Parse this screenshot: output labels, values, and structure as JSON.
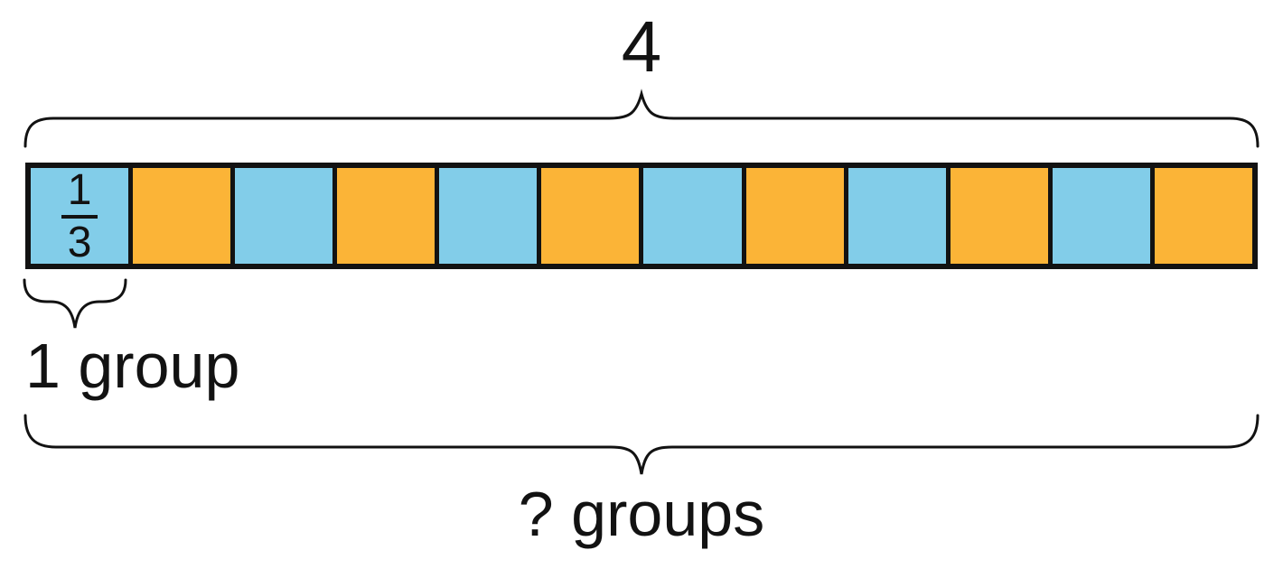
{
  "colors": {
    "blue": "#82CDE9",
    "orange": "#FBB437",
    "line": "#121212",
    "background": "#FFFFFF"
  },
  "diagram": {
    "total_label": "4",
    "one_group_label": "1 group",
    "groups_question_label": "? groups",
    "first_cell_fraction": {
      "numerator": "1",
      "denominator": "3"
    },
    "bar": {
      "total_cells": 12,
      "cell_colors": [
        "blue",
        "orange",
        "blue",
        "orange",
        "blue",
        "orange",
        "blue",
        "orange",
        "blue",
        "orange",
        "blue",
        "orange"
      ],
      "separators": [
        "dashed",
        "dashed",
        "solid",
        "dashed",
        "dashed",
        "solid",
        "dashed",
        "dashed",
        "solid",
        "dashed",
        "dashed"
      ]
    }
  }
}
